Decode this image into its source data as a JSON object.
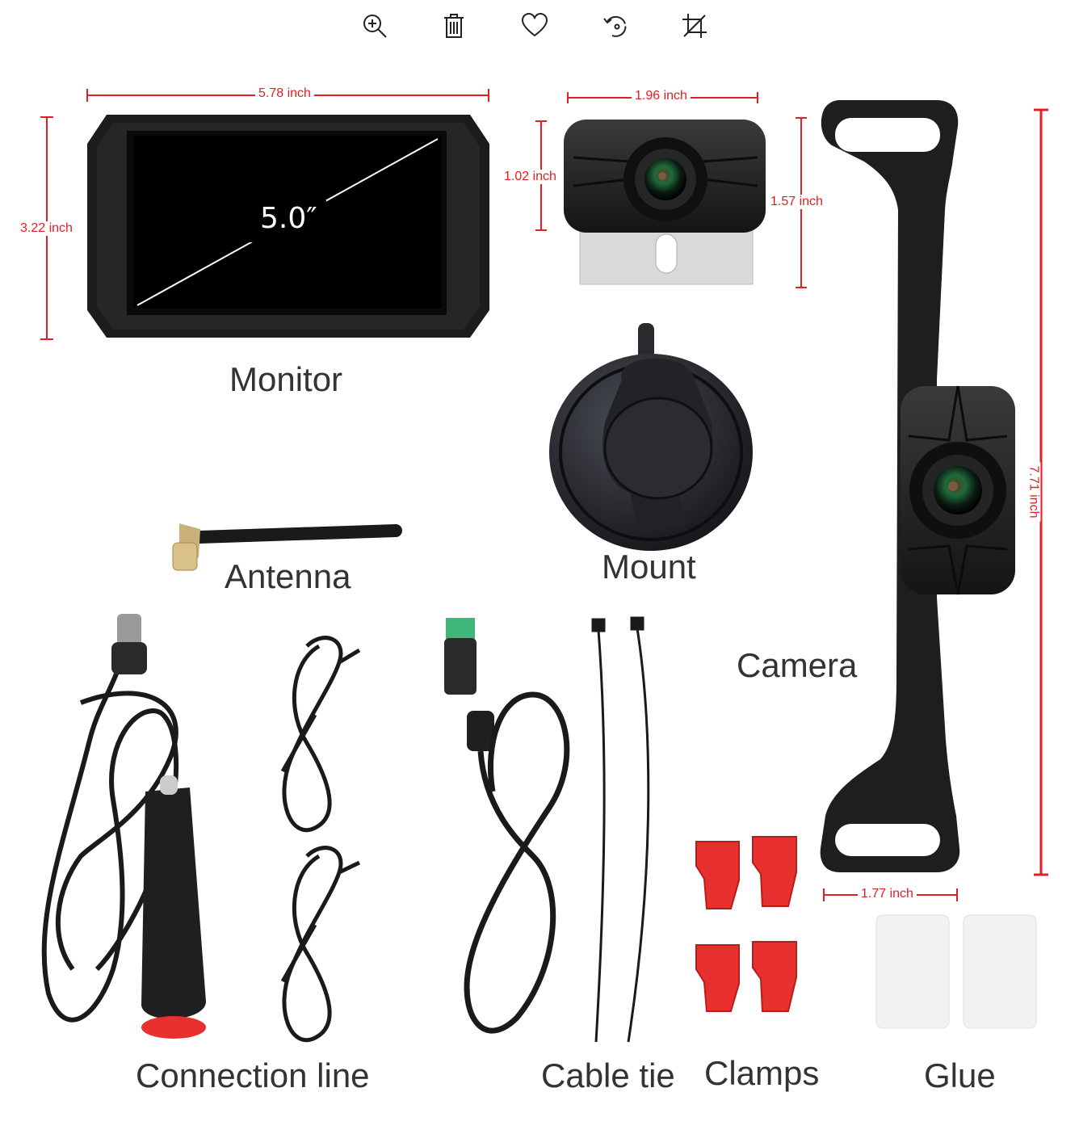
{
  "toolbar": {
    "items": [
      {
        "icon": "zoom-in-icon"
      },
      {
        "icon": "trash-icon"
      },
      {
        "icon": "heart-icon"
      },
      {
        "icon": "rotate-icon"
      },
      {
        "icon": "crop-icon"
      }
    ]
  },
  "dimensions": {
    "monitor_width": "5.78 inch",
    "monitor_height": "3.22 inch",
    "monitor_screen": "5.0″",
    "mini_cam_width": "1.96 inch",
    "mini_cam_height": "1.02 inch",
    "mini_cam_total_height": "1.57 inch",
    "plate_height": "7.71 inch",
    "plate_width": "1.77 inch"
  },
  "labels": {
    "monitor": "Monitor",
    "antenna": "Antenna",
    "mount": "Mount",
    "camera": "Camera",
    "connection_line": "Connection line",
    "cable_tie": "Cable tie",
    "clamps": "Clamps",
    "glue": "Glue"
  },
  "colors": {
    "dimension": "#e31e24",
    "label": "#333333",
    "device": "#1a1a1a",
    "clamp": "#e8302e"
  }
}
